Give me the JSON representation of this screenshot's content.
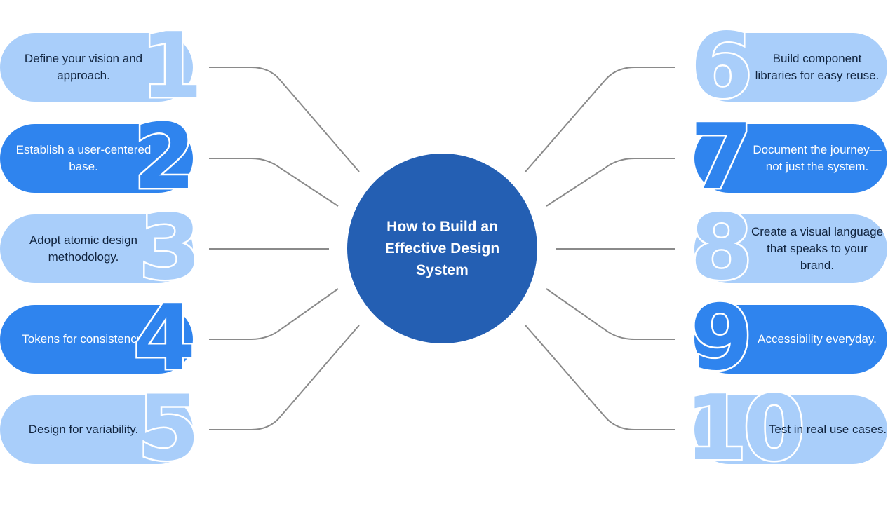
{
  "center": {
    "title": "How to Build an Effective Design System"
  },
  "colors": {
    "light": "#a9cefa",
    "dark": "#2f84ee",
    "center": "#245fb3",
    "connector": "#8a8a8a"
  },
  "steps": [
    {
      "number": "1",
      "text": "Define your vision and approach.",
      "tone": "light"
    },
    {
      "number": "2",
      "text": "Establish a user-centered base.",
      "tone": "dark"
    },
    {
      "number": "3",
      "text": "Adopt atomic design methodology.",
      "tone": "light"
    },
    {
      "number": "4",
      "text": "Tokens for consistency.",
      "tone": "dark"
    },
    {
      "number": "5",
      "text": "Design for variability.",
      "tone": "light"
    },
    {
      "number": "6",
      "text": "Build component libraries for easy reuse.",
      "tone": "light"
    },
    {
      "number": "7",
      "text": "Document the journey—not just the system.",
      "tone": "dark"
    },
    {
      "number": "8",
      "text": "Create a visual language that speaks to your brand.",
      "tone": "light"
    },
    {
      "number": "9",
      "text": "Accessibility everyday.",
      "tone": "dark"
    },
    {
      "number": "10",
      "text": "Test in real use cases.",
      "tone": "light"
    }
  ]
}
